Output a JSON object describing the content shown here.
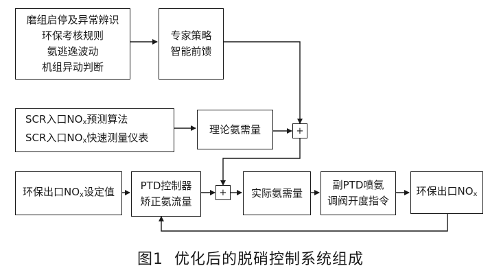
{
  "boxes": {
    "startup": {
      "lines": [
        "磨组启停及异常辨识",
        "环保考核规则",
        "氨逃逸波动",
        "机组异动判断"
      ]
    },
    "expert": {
      "lines": [
        "专家策略",
        "智能前馈"
      ]
    },
    "scr": {
      "lines": [
        {
          "pre": "SCR入口NO",
          "sub": "x",
          "post": "预测算法"
        },
        {
          "pre": "SCR入口NO",
          "sub": "x",
          "post": "快速测量仪表"
        }
      ]
    },
    "theory": {
      "lines": [
        "理论氨需量"
      ]
    },
    "setpoint": {
      "lines": [
        {
          "pre": "环保出口NO",
          "sub": "x",
          "post": "设定值"
        }
      ]
    },
    "ptd": {
      "lines": [
        "PTD控制器",
        "矫正氨流量"
      ]
    },
    "actual": {
      "lines": [
        "实际氨需量"
      ]
    },
    "valve": {
      "lines": [
        "副PTD喷氨",
        "调阀开度指令"
      ]
    },
    "outlet": {
      "lines": [
        {
          "pre": "环保出口NO",
          "sub": "x",
          "post": ""
        }
      ]
    }
  },
  "sum_symbol": "+",
  "caption": {
    "number": "图1",
    "title": "优化后的脱硝控制系统组成"
  }
}
